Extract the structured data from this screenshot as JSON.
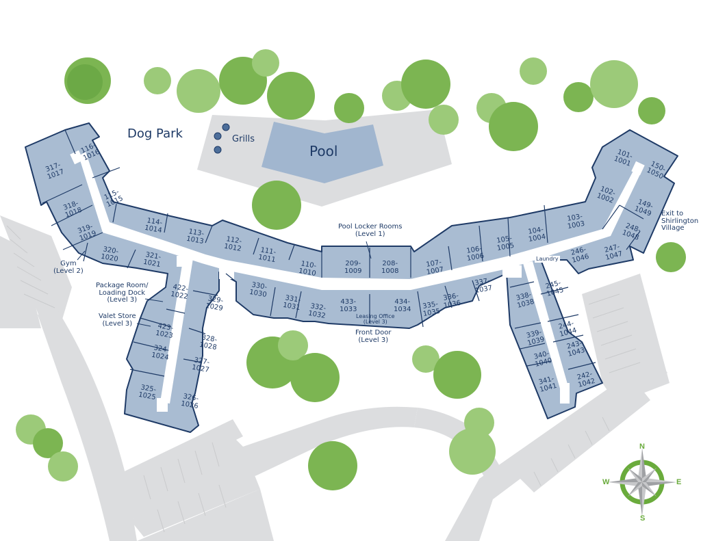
{
  "map": {
    "amenities": {
      "dog_park": "Dog Park",
      "grills": "Grills",
      "pool": "Pool",
      "pool_locker_rooms": "Pool Locker Rooms",
      "pool_locker_rooms_level": "(Level 1)",
      "gym": "Gym",
      "gym_level": "(Level 2)",
      "package_room": "Package Room/",
      "loading_dock": "Loading Dock",
      "package_level": "(Level 3)",
      "valet_store": "Valet Store",
      "valet_level": "(Level 3)",
      "leasing_office": "Leasing Office",
      "leasing_level": "(Level 3)",
      "front_door": "Front Door",
      "front_door_level": "(Level 3)",
      "laundry": "Laundry",
      "exit_line1": "Exit to",
      "exit_line2": "Shirlington",
      "exit_line3": "Village"
    },
    "compass": {
      "n": "N",
      "s": "S",
      "e": "E",
      "w": "W"
    },
    "units": [
      {
        "a": "317-",
        "b": "1017"
      },
      {
        "a": "116-",
        "b": "1016"
      },
      {
        "a": "115-",
        "b": "1015"
      },
      {
        "a": "318-",
        "b": "1018"
      },
      {
        "a": "319-",
        "b": "1019"
      },
      {
        "a": "320-",
        "b": "1020"
      },
      {
        "a": "321-",
        "b": "1021"
      },
      {
        "a": "114-",
        "b": "1014"
      },
      {
        "a": "113-",
        "b": "1013"
      },
      {
        "a": "112-",
        "b": "1012"
      },
      {
        "a": "111-",
        "b": "1011"
      },
      {
        "a": "110-",
        "b": "1010"
      },
      {
        "a": "209-",
        "b": "1009"
      },
      {
        "a": "208-",
        "b": "1008"
      },
      {
        "a": "107-",
        "b": "1007"
      },
      {
        "a": "106-",
        "b": "1006"
      },
      {
        "a": "105-",
        "b": "1005"
      },
      {
        "a": "104-",
        "b": "1004"
      },
      {
        "a": "103-",
        "b": "1003"
      },
      {
        "a": "102-",
        "b": "1002"
      },
      {
        "a": "101-",
        "b": "1001"
      },
      {
        "a": "150-",
        "b": "1050"
      },
      {
        "a": "149-",
        "b": "1049"
      },
      {
        "a": "248-",
        "b": "1048"
      },
      {
        "a": "247-",
        "b": "1047"
      },
      {
        "a": "246-",
        "b": "1046"
      },
      {
        "a": "245-",
        "b": "1045"
      },
      {
        "a": "244-",
        "b": "1044"
      },
      {
        "a": "243-",
        "b": "1043"
      },
      {
        "a": "242-",
        "b": "1042"
      },
      {
        "a": "341-",
        "b": "1041"
      },
      {
        "a": "340-",
        "b": "1040"
      },
      {
        "a": "339-",
        "b": "1039"
      },
      {
        "a": "338-",
        "b": "1038"
      },
      {
        "a": "337-",
        "b": "1037"
      },
      {
        "a": "336-",
        "b": "1036"
      },
      {
        "a": "335-",
        "b": "1035"
      },
      {
        "a": "434-",
        "b": "1034"
      },
      {
        "a": "433-",
        "b": "1033"
      },
      {
        "a": "332-",
        "b": "1032"
      },
      {
        "a": "331-",
        "b": "1031"
      },
      {
        "a": "330-",
        "b": "1030"
      },
      {
        "a": "329-",
        "b": "1029"
      },
      {
        "a": "328-",
        "b": "1028"
      },
      {
        "a": "327-",
        "b": "1027"
      },
      {
        "a": "326-",
        "b": "1026"
      },
      {
        "a": "325-",
        "b": "1025"
      },
      {
        "a": "324-",
        "b": "1024"
      },
      {
        "a": "423-",
        "b": "1023"
      },
      {
        "a": "422-",
        "b": "1022"
      }
    ],
    "colors": {
      "building": "#a9bcd2",
      "outline": "#1e3a66",
      "pavement": "#dcdddf",
      "pool": "#a1b6cf",
      "tree": "#7cb552",
      "compass_accent": "#6aab3c"
    }
  }
}
